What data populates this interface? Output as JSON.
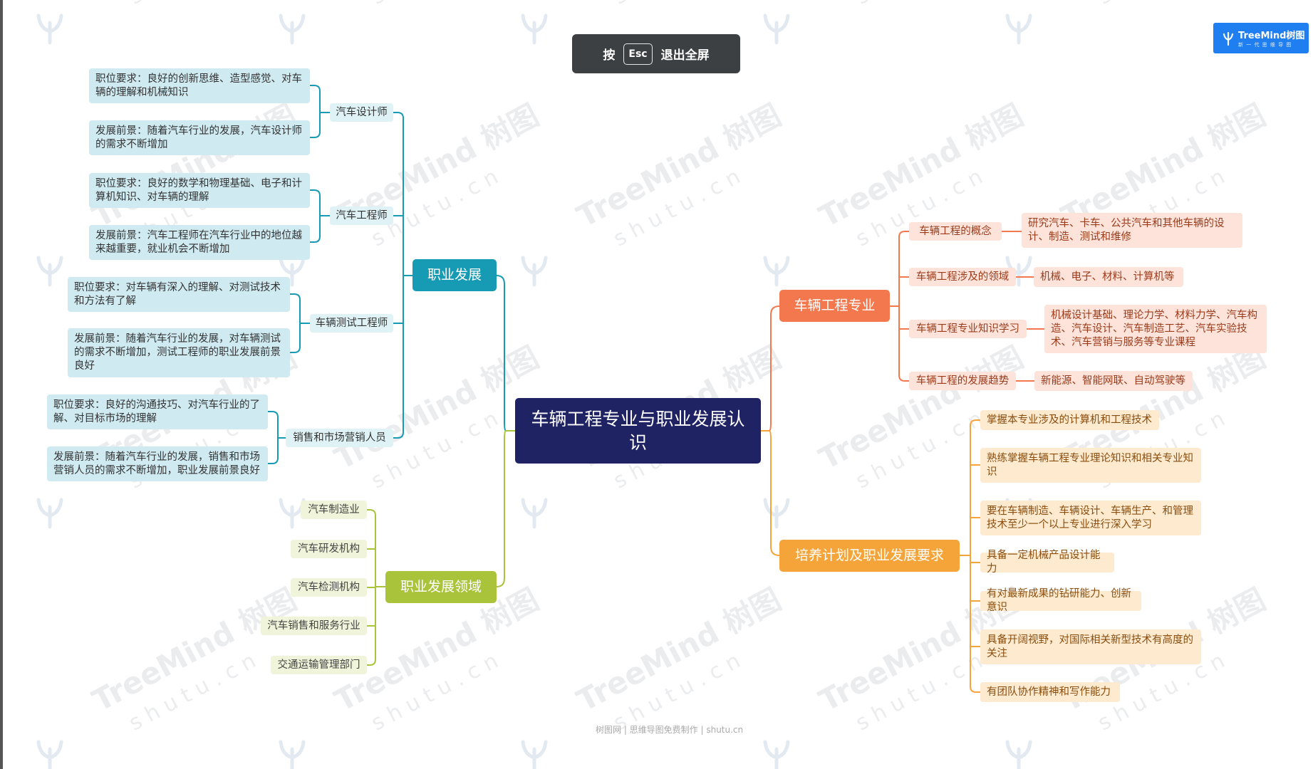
{
  "overlay": {
    "press": "按",
    "esc_key": "Esc",
    "exit_fullscreen": "退出全屏"
  },
  "brand": {
    "name": "TreeMind树图",
    "tagline": "新 一 代 思 维 导 图",
    "watermark_main": "TreeMind 树图",
    "watermark_sub": "s h u t u . c n"
  },
  "footer": {
    "text": "树图网 | 思维导图免费制作 | shutu.cn"
  },
  "colors": {
    "root": "#1f2363",
    "career": "#179bb4",
    "field": "#a9c43b",
    "major": "#f3784e",
    "plan": "#f5a43a"
  },
  "mindmap": {
    "root": "车辆工程专业与职业发展认识",
    "career": {
      "title": "职业发展",
      "roles": [
        {
          "name": "汽车设计师",
          "requirement": "职位要求：良好的创新思维、造型感觉、对车辆的理解和机械知识",
          "prospect": "发展前景：随着汽车行业的发展，汽车设计师的需求不断增加"
        },
        {
          "name": "汽车工程师",
          "requirement": "职位要求：良好的数学和物理基础、电子和计算机知识、对车辆的理解",
          "prospect": "发展前景：汽车工程师在汽车行业中的地位越来越重要，就业机会不断增加"
        },
        {
          "name": "车辆测试工程师",
          "requirement": "职位要求：对车辆有深入的理解、对测试技术和方法有了解",
          "prospect": "发展前景：随着汽车行业的发展，对车辆测试的需求不断增加，测试工程师的职业发展前景良好"
        },
        {
          "name": "销售和市场营销人员",
          "requirement": "职位要求：良好的沟通技巧、对汽车行业的了解、对目标市场的理解",
          "prospect": "发展前景：随着汽车行业的发展，销售和市场营销人员的需求不断增加，职业发展前景良好"
        }
      ]
    },
    "field": {
      "title": "职业发展领域",
      "items": [
        "汽车制造业",
        "汽车研发机构",
        "汽车检测机构",
        "汽车销售和服务行业",
        "交通运输管理部门"
      ]
    },
    "major": {
      "title": "车辆工程专业",
      "topics": [
        {
          "name": "车辆工程的概念",
          "detail": "研究汽车、卡车、公共汽车和其他车辆的设计、制造、测试和维修"
        },
        {
          "name": "车辆工程涉及的领域",
          "detail": "机械、电子、材料、计算机等"
        },
        {
          "name": "车辆工程专业知识学习",
          "detail": "机械设计基础、理论力学、材料力学、汽车构造、汽车设计、汽车制造工艺、汽车实验技术、汽车营销与服务等专业课程"
        },
        {
          "name": "车辆工程的发展趋势",
          "detail": "新能源、智能网联、自动驾驶等"
        }
      ]
    },
    "plan": {
      "title": "培养计划及职业发展要求",
      "items": [
        "掌握本专业涉及的计算机和工程技术",
        "熟练掌握车辆工程专业理论知识和相关专业知识",
        "要在车辆制造、车辆设计、车辆生产、和管理技术至少一个以上专业进行深入学习",
        "具备一定机械产品设计能力",
        "有对最新成果的钻研能力、创新意识",
        "具备开阔视野，对国际相关新型技术有高度的关注",
        "有团队协作精神和写作能力"
      ]
    }
  }
}
